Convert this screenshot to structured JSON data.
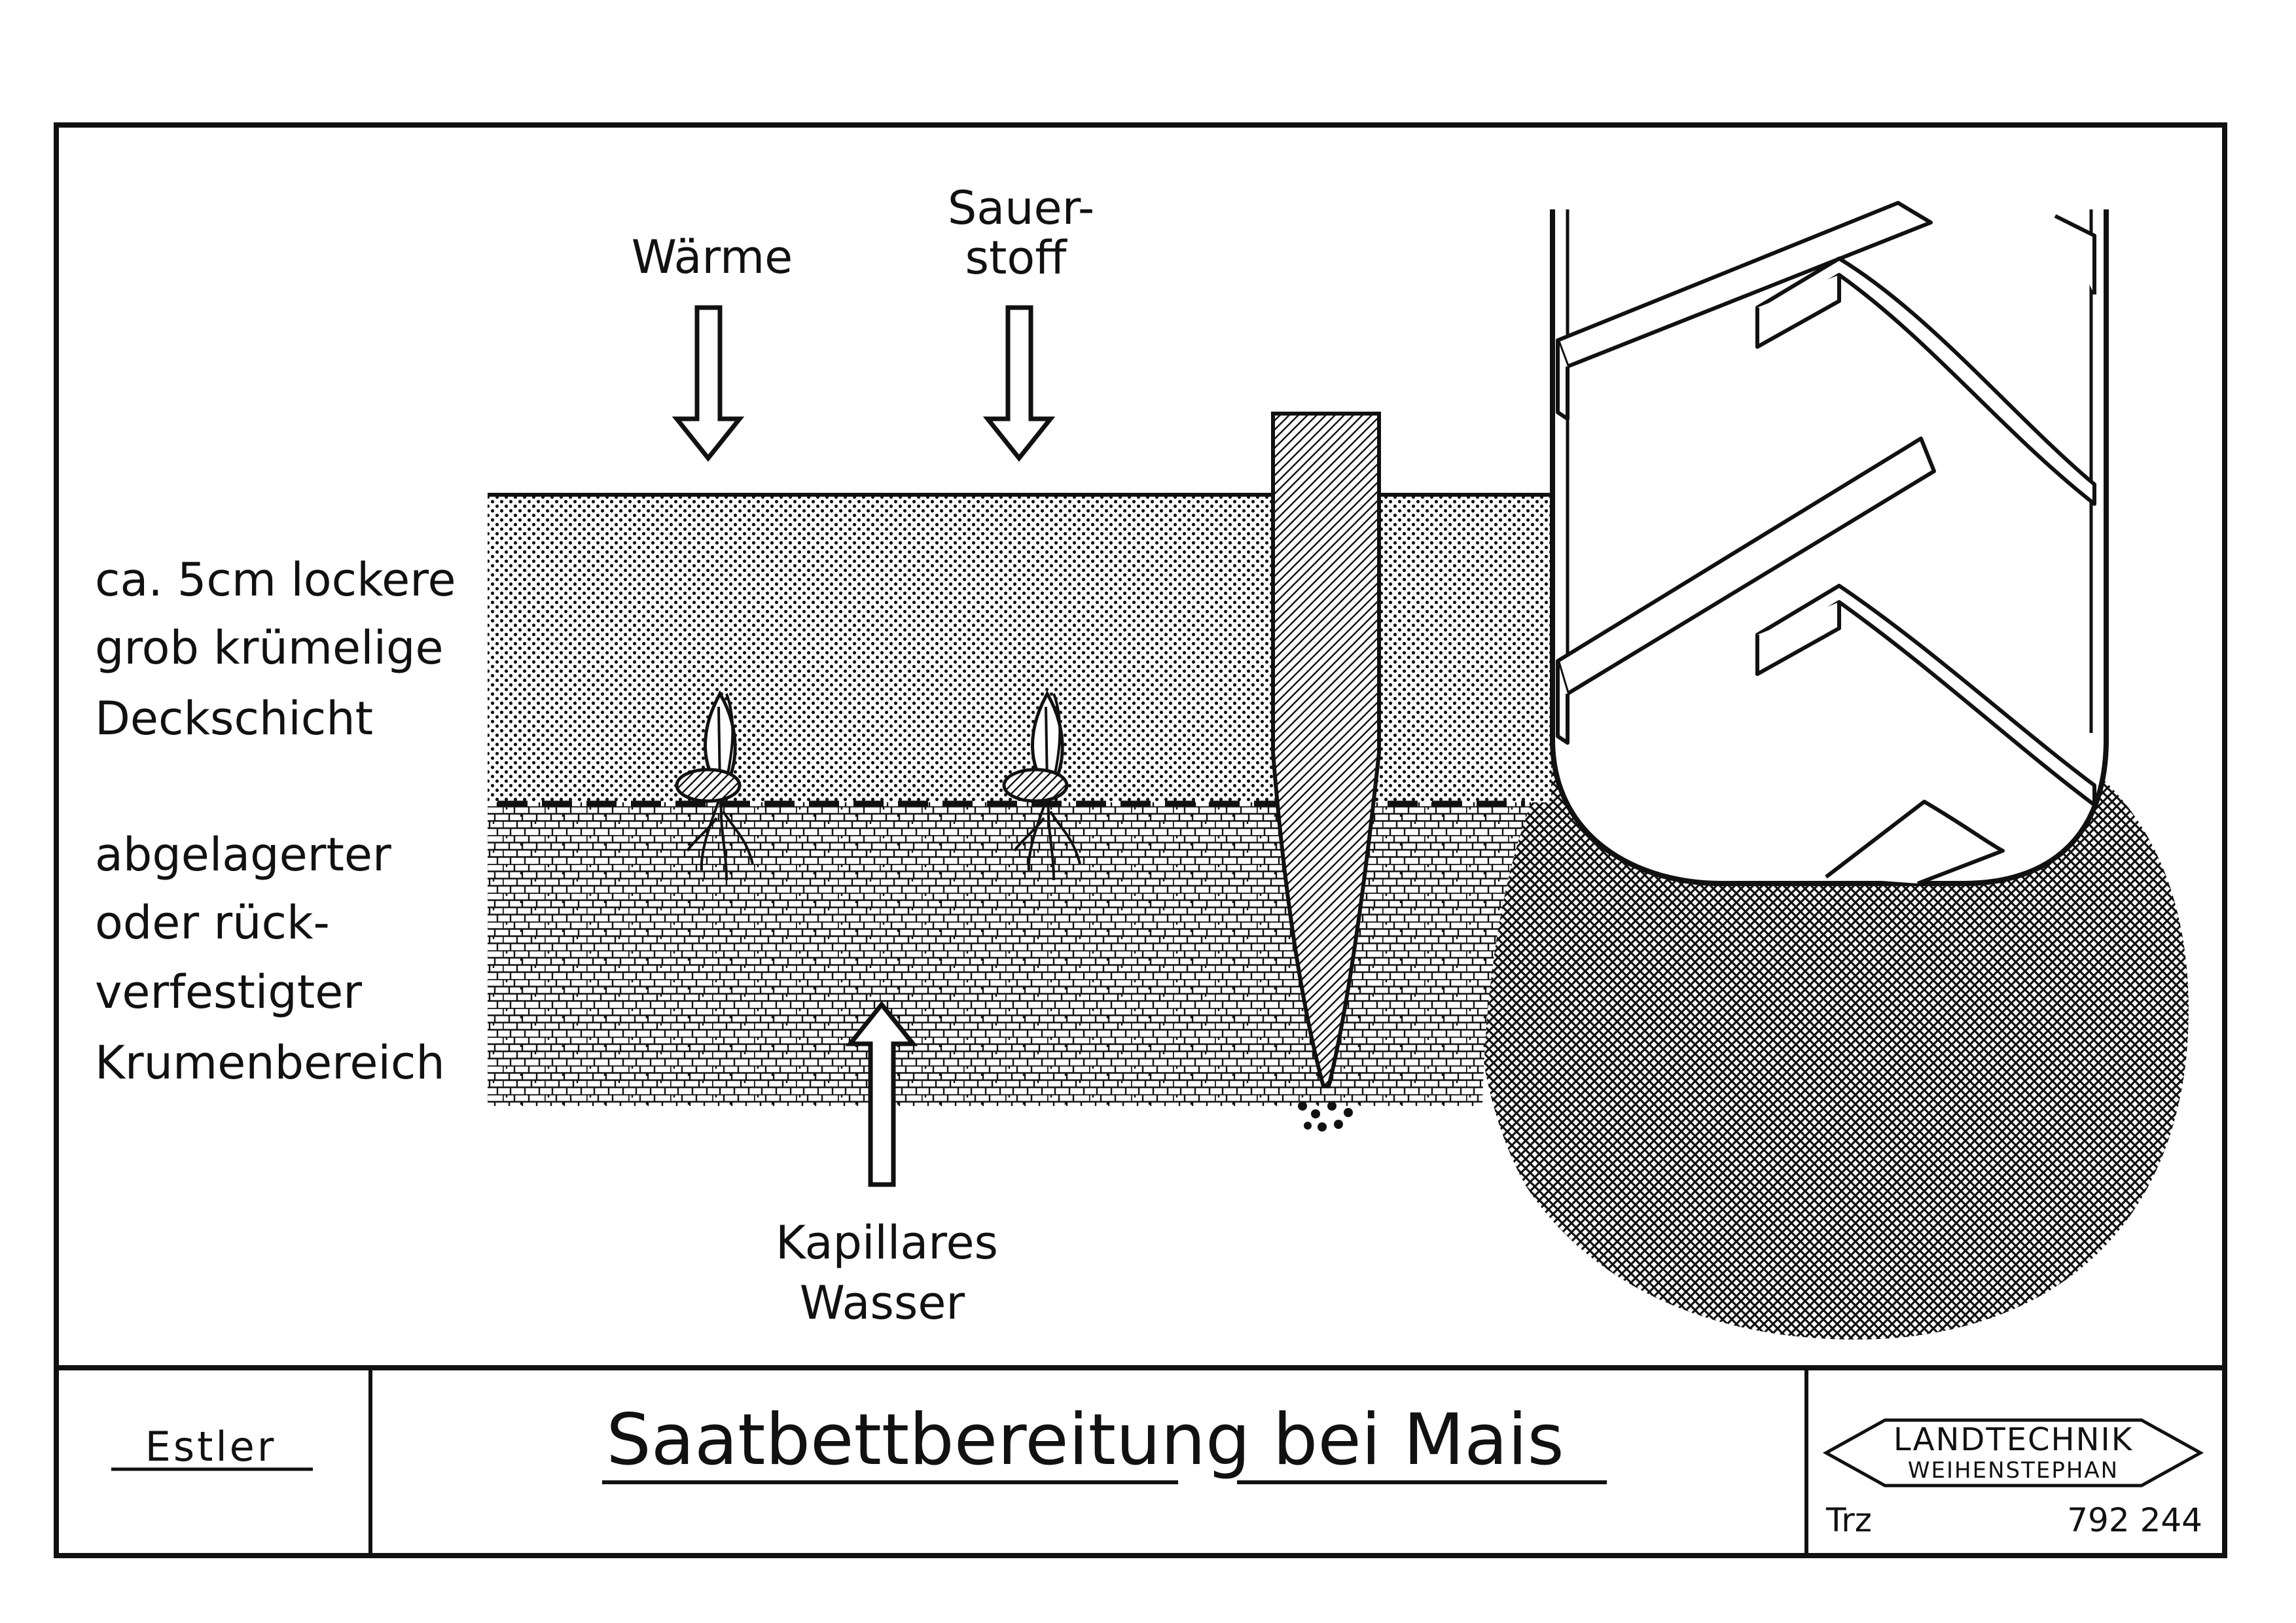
{
  "diagram": {
    "arrow_down_1_label": "Wärme",
    "arrow_down_2_label_line1": "Sauer-",
    "arrow_down_2_label_line2": "stoff",
    "top_layer_label": [
      "ca. 5cm lockere",
      "grob krümelige",
      "Deckschicht"
    ],
    "bottom_layer_label": [
      "abgelagerter",
      "oder rück-",
      "verfestigter",
      "Krumenbereich"
    ],
    "arrow_up_label_line1": "Kapillares",
    "arrow_up_label_line2": "Wasser"
  },
  "title_block": {
    "author": "Estler",
    "title": "Saatbettbereitung bei Mais",
    "logo_line1": "LANDTECHNIK",
    "logo_line2": "WEIHENSTEPHAN",
    "code": "Trz",
    "number": "792 244"
  },
  "colors": {
    "ink": "#111111",
    "paper": "#ffffff"
  }
}
